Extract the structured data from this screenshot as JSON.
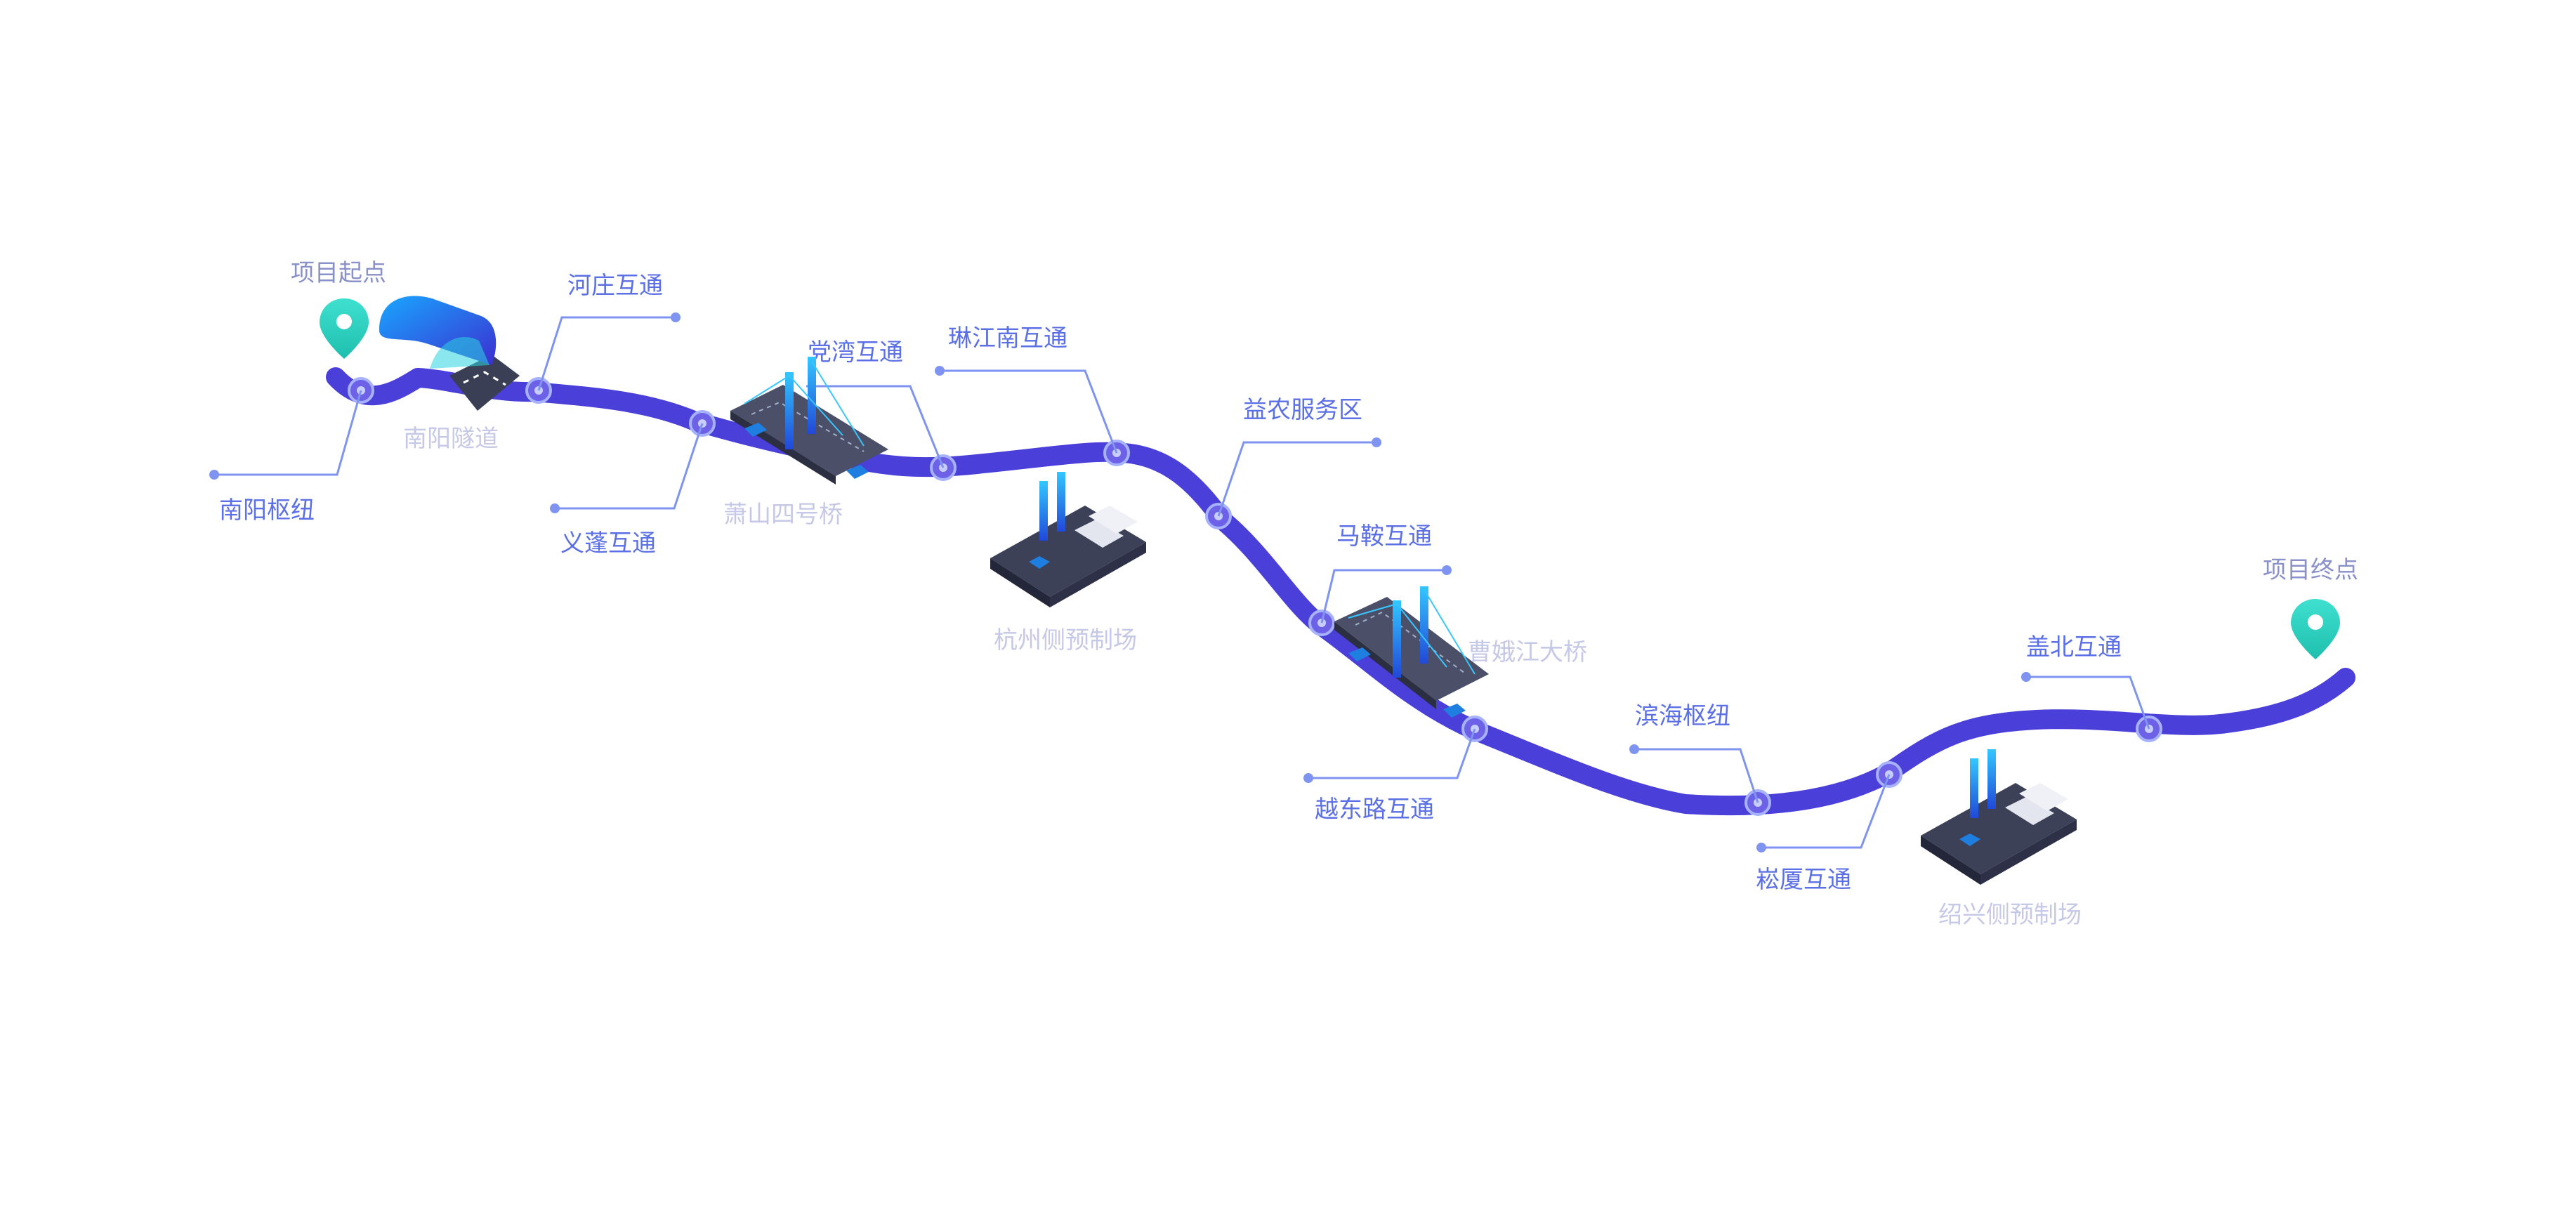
{
  "start": {
    "label": "项目起点",
    "icon": "map-pin-icon",
    "color": "#2fd3c0"
  },
  "end": {
    "label": "项目终点",
    "icon": "map-pin-icon",
    "color": "#2fd3c0"
  },
  "route": {
    "color": "#4a3fd9"
  },
  "nodes": [
    {
      "id": "nanyang-shuniu",
      "label": "南阳枢纽"
    },
    {
      "id": "hezhuang",
      "label": "河庄互通"
    },
    {
      "id": "yipeng",
      "label": "义蓬互通"
    },
    {
      "id": "dangwan",
      "label": "党湾互通"
    },
    {
      "id": "linjiangnan",
      "label": "琳江南互通"
    },
    {
      "id": "yinong",
      "label": "益农服务区"
    },
    {
      "id": "maan",
      "label": "马鞍互通"
    },
    {
      "id": "yuedonglu",
      "label": "越东路互通"
    },
    {
      "id": "binhai",
      "label": "滨海枢纽"
    },
    {
      "id": "songxia",
      "label": "崧厦互通"
    },
    {
      "id": "gaibei",
      "label": "盖北互通"
    }
  ],
  "facilities": [
    {
      "id": "nanyang-tunnel",
      "label": "南阳隧道",
      "icon": "tunnel-icon"
    },
    {
      "id": "xiaoshan-bridge",
      "label": "萧山四号桥",
      "icon": "cable-stayed-bridge-icon"
    },
    {
      "id": "hangzhou-precast",
      "label": "杭州侧预制场",
      "icon": "precast-yard-icon"
    },
    {
      "id": "caoe-bridge",
      "label": "曹娥江大桥",
      "icon": "cable-stayed-bridge-icon"
    },
    {
      "id": "shaoxing-precast",
      "label": "绍兴侧预制场",
      "icon": "precast-yard-icon"
    }
  ]
}
